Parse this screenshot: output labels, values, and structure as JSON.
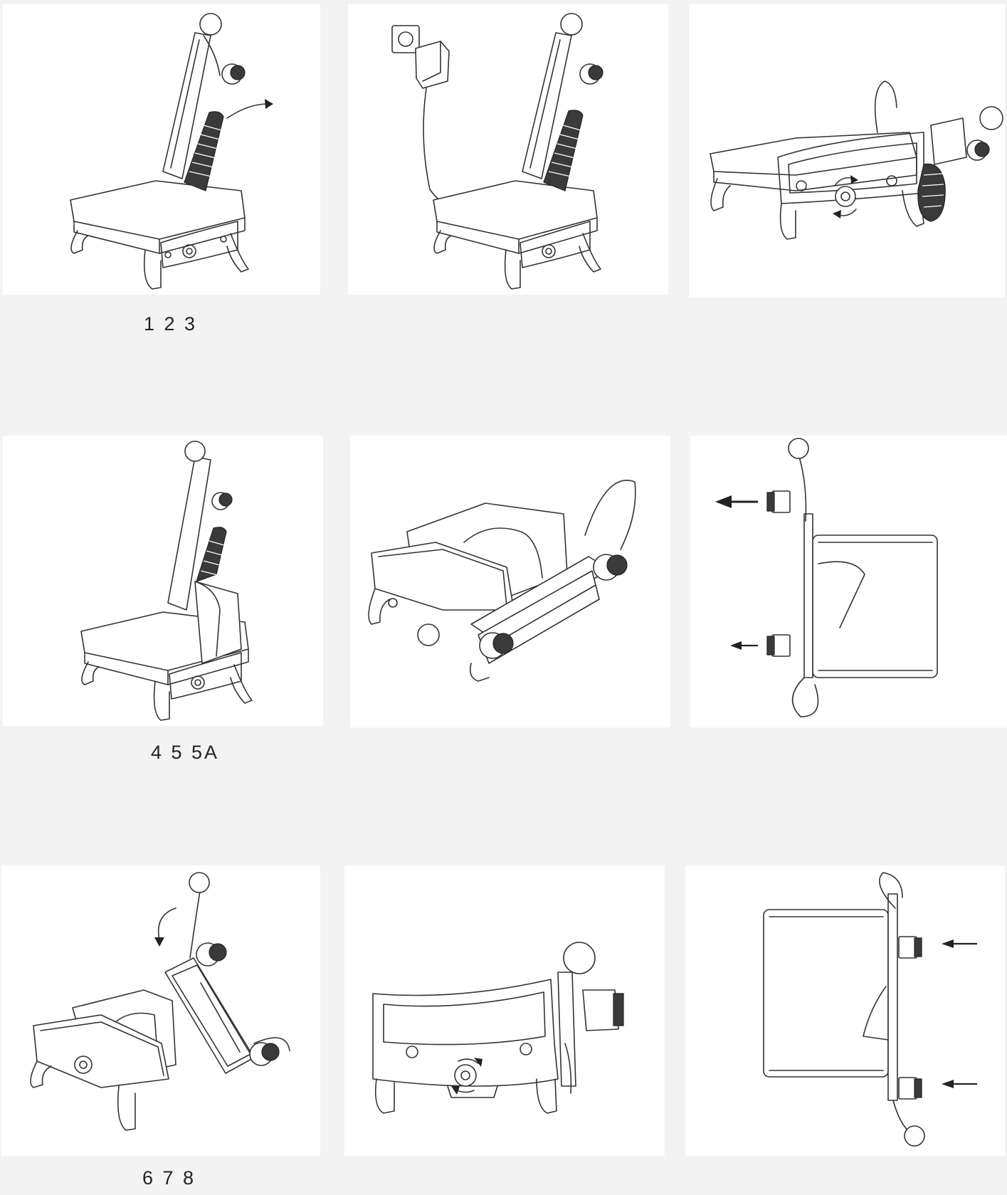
{
  "captions": {
    "row1": "1 2 3",
    "row2": "4 5 5A",
    "row3": "6 7 8"
  },
  "colors": {
    "page_background": "#f3f3f3",
    "panel_background": "#ffffff",
    "line": "#333333"
  },
  "panels": [
    {
      "step": "1",
      "icon": "slicer-carriage-removal-icon"
    },
    {
      "step": "2",
      "icon": "slicer-power-adapter-icon"
    },
    {
      "step": "3",
      "icon": "slicer-blade-knob-icon"
    },
    {
      "step": "4",
      "icon": "slicer-food-loaded-icon"
    },
    {
      "step": "5",
      "icon": "slicer-carriage-tilted-icon"
    },
    {
      "step": "5A",
      "icon": "slicer-top-view-removal-icon"
    },
    {
      "step": "6",
      "icon": "slicer-carriage-fold-icon"
    },
    {
      "step": "7",
      "icon": "slicer-side-view-icon"
    },
    {
      "step": "8",
      "icon": "slicer-top-view-insert-icon"
    }
  ]
}
